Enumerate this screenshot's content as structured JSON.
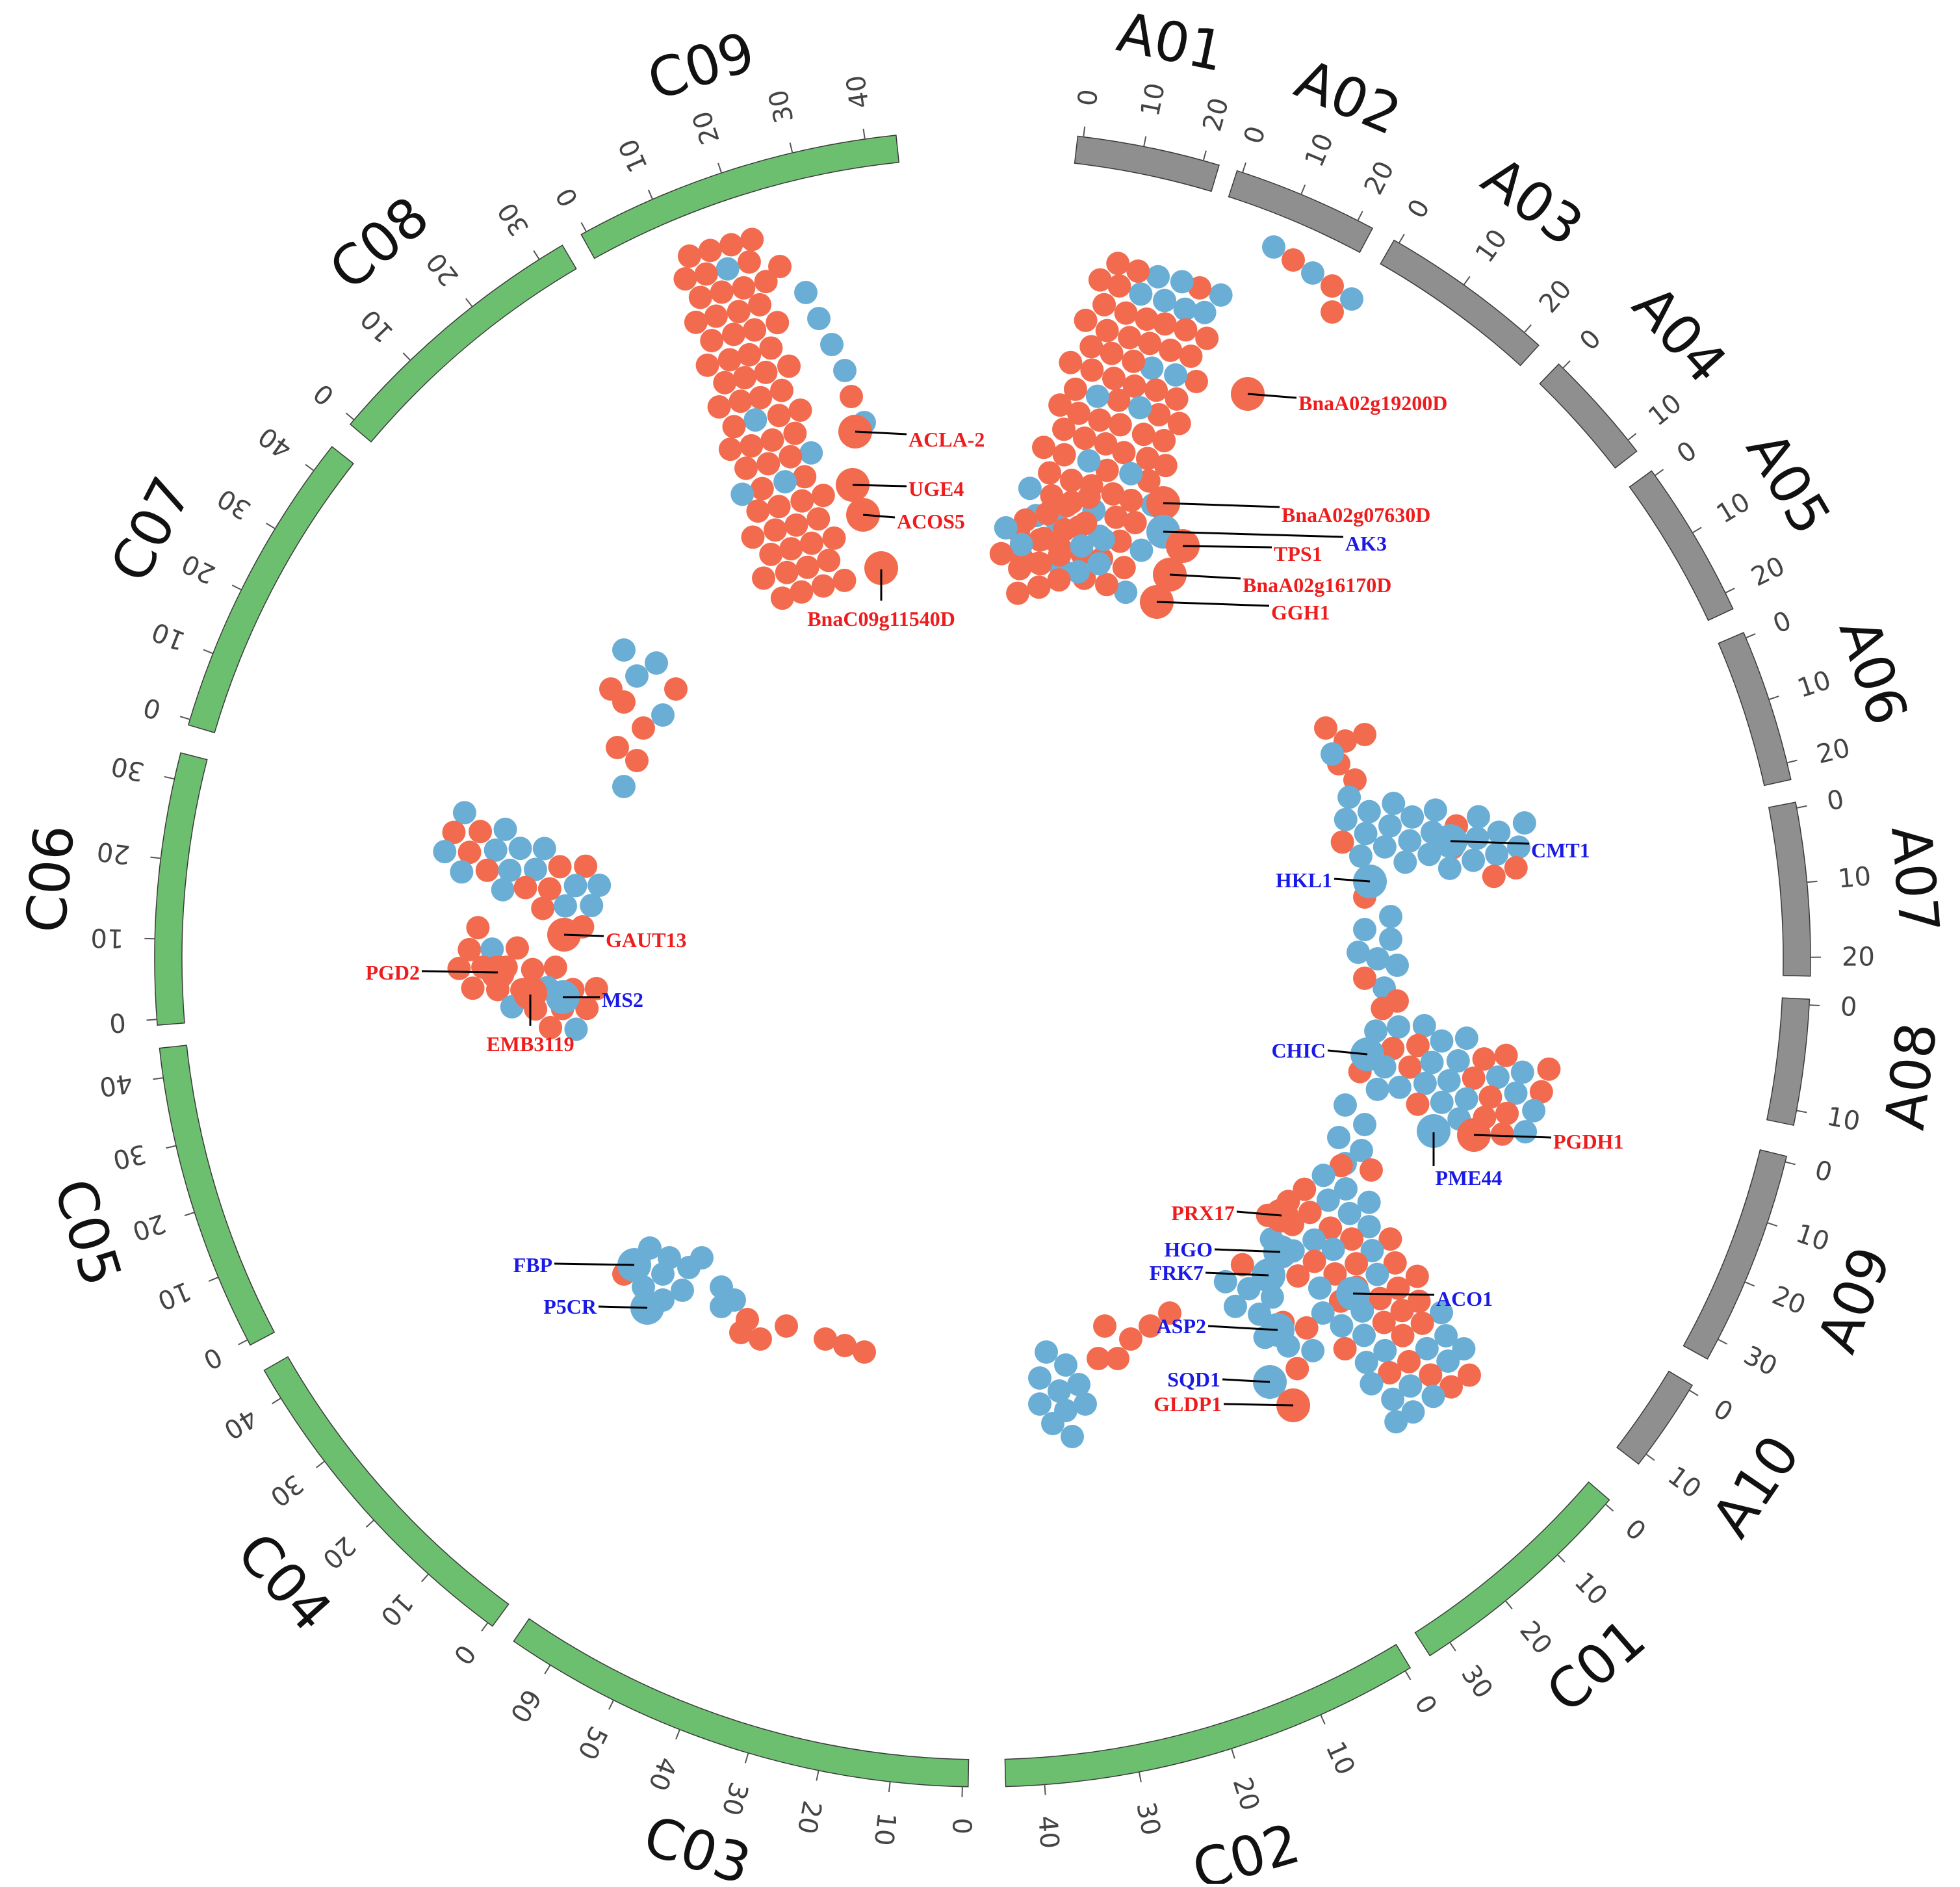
{
  "colors": {
    "a_genome": "#8f8f8f",
    "c_genome": "#6dbf70",
    "node_red": "#f26b4e",
    "node_blue": "#6aaed6",
    "label_red": "#ee1c1c",
    "label_blue": "#1a1ae6"
  },
  "chromosomes": [
    {
      "name": "A01",
      "genome": "A",
      "ticks": [
        0,
        10,
        20
      ]
    },
    {
      "name": "A02",
      "genome": "A",
      "ticks": [
        0,
        10,
        20
      ]
    },
    {
      "name": "A03",
      "genome": "A",
      "ticks": [
        0,
        10,
        20
      ]
    },
    {
      "name": "A04",
      "genome": "A",
      "ticks": [
        0,
        10
      ]
    },
    {
      "name": "A05",
      "genome": "A",
      "ticks": [
        0,
        10,
        20
      ]
    },
    {
      "name": "A06",
      "genome": "A",
      "ticks": [
        0,
        10,
        20
      ]
    },
    {
      "name": "A07",
      "genome": "A",
      "ticks": [
        0,
        10,
        20
      ]
    },
    {
      "name": "A08",
      "genome": "A",
      "ticks": [
        0,
        10
      ]
    },
    {
      "name": "A09",
      "genome": "A",
      "ticks": [
        0,
        10,
        20,
        30
      ]
    },
    {
      "name": "A10",
      "genome": "A",
      "ticks": [
        0,
        10
      ]
    },
    {
      "name": "C01",
      "genome": "C",
      "ticks": [
        0,
        10,
        20,
        30
      ]
    },
    {
      "name": "C02",
      "genome": "C",
      "ticks": [
        0,
        10,
        20,
        30,
        40
      ]
    },
    {
      "name": "C03",
      "genome": "C",
      "ticks": [
        0,
        10,
        20,
        30,
        40,
        50,
        60
      ]
    },
    {
      "name": "C04",
      "genome": "C",
      "ticks": [
        0,
        10,
        20,
        30,
        40
      ]
    },
    {
      "name": "C05",
      "genome": "C",
      "ticks": [
        0,
        10,
        20,
        30,
        40
      ]
    },
    {
      "name": "C06",
      "genome": "C",
      "ticks": [
        0,
        10,
        20,
        30
      ]
    },
    {
      "name": "C07",
      "genome": "C",
      "ticks": [
        0,
        10,
        20,
        30,
        40
      ]
    },
    {
      "name": "C08",
      "genome": "C",
      "ticks": [
        0,
        10,
        20,
        30
      ]
    },
    {
      "name": "C09",
      "genome": "C",
      "ticks": [
        0,
        10,
        20,
        30,
        40
      ]
    }
  ],
  "genes": [
    {
      "label": "ACLA-2",
      "type": "red"
    },
    {
      "label": "UGE4",
      "type": "red"
    },
    {
      "label": "ACOS5",
      "type": "red"
    },
    {
      "label": "BnaC09g11540D",
      "type": "red"
    },
    {
      "label": "BnaA02g19200D",
      "type": "red"
    },
    {
      "label": "BnaA02g07630D",
      "type": "red"
    },
    {
      "label": "AK3",
      "type": "blue"
    },
    {
      "label": "TPS1",
      "type": "red"
    },
    {
      "label": "BnaA02g16170D",
      "type": "red"
    },
    {
      "label": "GGH1",
      "type": "red"
    },
    {
      "label": "CMT1",
      "type": "blue"
    },
    {
      "label": "HKL1",
      "type": "blue"
    },
    {
      "label": "GAUT13",
      "type": "red"
    },
    {
      "label": "PGD2",
      "type": "red"
    },
    {
      "label": "MS2",
      "type": "blue"
    },
    {
      "label": "EMB3119",
      "type": "red"
    },
    {
      "label": "CHIC",
      "type": "blue"
    },
    {
      "label": "PGDH1",
      "type": "red"
    },
    {
      "label": "PME44",
      "type": "blue"
    },
    {
      "label": "PRX17",
      "type": "red"
    },
    {
      "label": "HGO",
      "type": "blue"
    },
    {
      "label": "FRK7",
      "type": "blue"
    },
    {
      "label": "ACO1",
      "type": "blue"
    },
    {
      "label": "ASP2",
      "type": "blue"
    },
    {
      "label": "SQD1",
      "type": "blue"
    },
    {
      "label": "GLDP1",
      "type": "red"
    },
    {
      "label": "FBP",
      "type": "blue"
    },
    {
      "label": "P5CR",
      "type": "blue"
    }
  ]
}
